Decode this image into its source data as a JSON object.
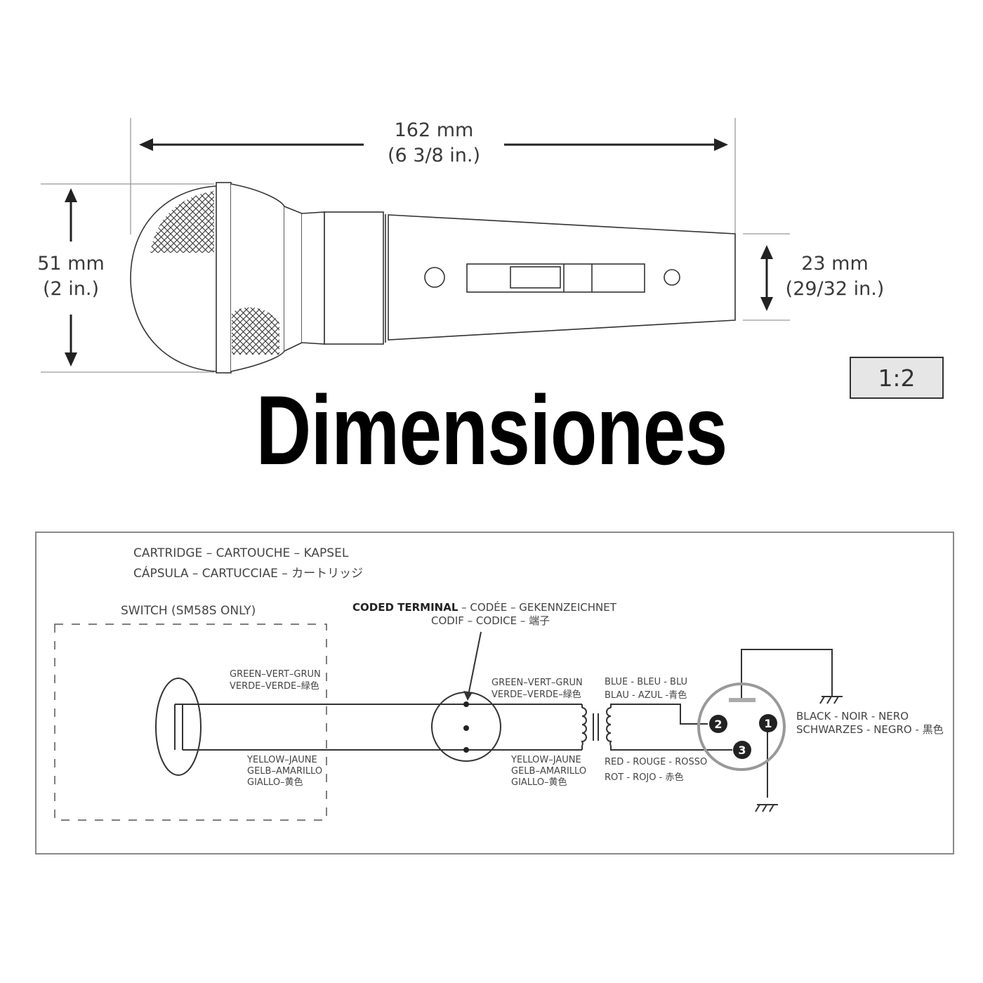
{
  "dimensions": {
    "length": "162 mm",
    "length_in": "(6 3/8 in.)",
    "head_diameter": "51 mm",
    "head_diameter_in": "(2 in.)",
    "handle_diameter": "23 mm",
    "handle_diameter_in": "(29/32 in.)",
    "scale": "1:2"
  },
  "title": "Dimensiones",
  "wiring": {
    "cartridge_line1": "CARTRIDGE – CARTOUCHE – KAPSEL",
    "cartridge_line2": "CÁPSULA – CARTUCCIAE – カートリッジ",
    "switch_label": "SWITCH (SM58S ONLY)",
    "coded_terminal_bold": "CODED TERMINAL",
    "coded_terminal_rest": " – CODÉE – GEKENNZEICHNET",
    "coded_terminal_line2": "CODIF – CODICE – 端子",
    "green_left_1": "GREEN–VERT–GRUN",
    "green_left_2": "VERDE–VERDE–緑色",
    "yellow_left_1": "YELLOW–JAUNE",
    "yellow_left_2": "GELB–AMARILLO",
    "yellow_left_3": "GIALLO–黄色",
    "green_right_1": "GREEN–VERT–GRUN",
    "green_right_2": "VERDE–VERDE–緑色",
    "yellow_right_1": "YELLOW–JAUNE",
    "yellow_right_2": "GELB–AMARILLO",
    "yellow_right_3": "GIALLO–黄色",
    "blue_1": "BLUE - BLEU - BLU",
    "blue_2": "BLAU - AZUL -青色",
    "red_1": "RED - ROUGE - ROSSO",
    "red_2": "ROT - ROJO - 赤色",
    "black_1": "BLACK - NOIR - NERO",
    "black_2": "SCHWARZES - NEGRO - 黒色",
    "pin1": "1",
    "pin2": "2",
    "pin3": "3"
  }
}
